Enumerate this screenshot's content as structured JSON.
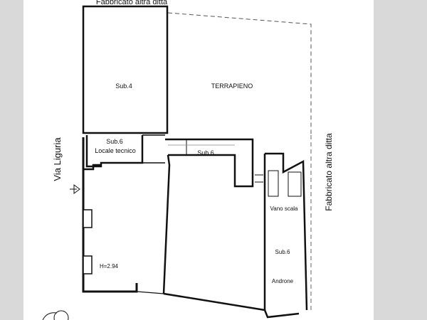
{
  "plan": {
    "top_neighbor": "Fabbricato altra ditta",
    "right_neighbor": "Fabbricato altra ditta",
    "street": "Via Liguria",
    "rooms": {
      "sub4": "Sub.4",
      "terrapieno": "TERRAPIENO",
      "sub6_tech": "Sub.6",
      "locale_tecnico": "Locale tecnico",
      "sub6_corridor": "Sub.6",
      "vano_scala": "Vano scala",
      "sub6_androne": "Sub.6",
      "androne": "Androne"
    },
    "height_note": "H=2.94"
  }
}
